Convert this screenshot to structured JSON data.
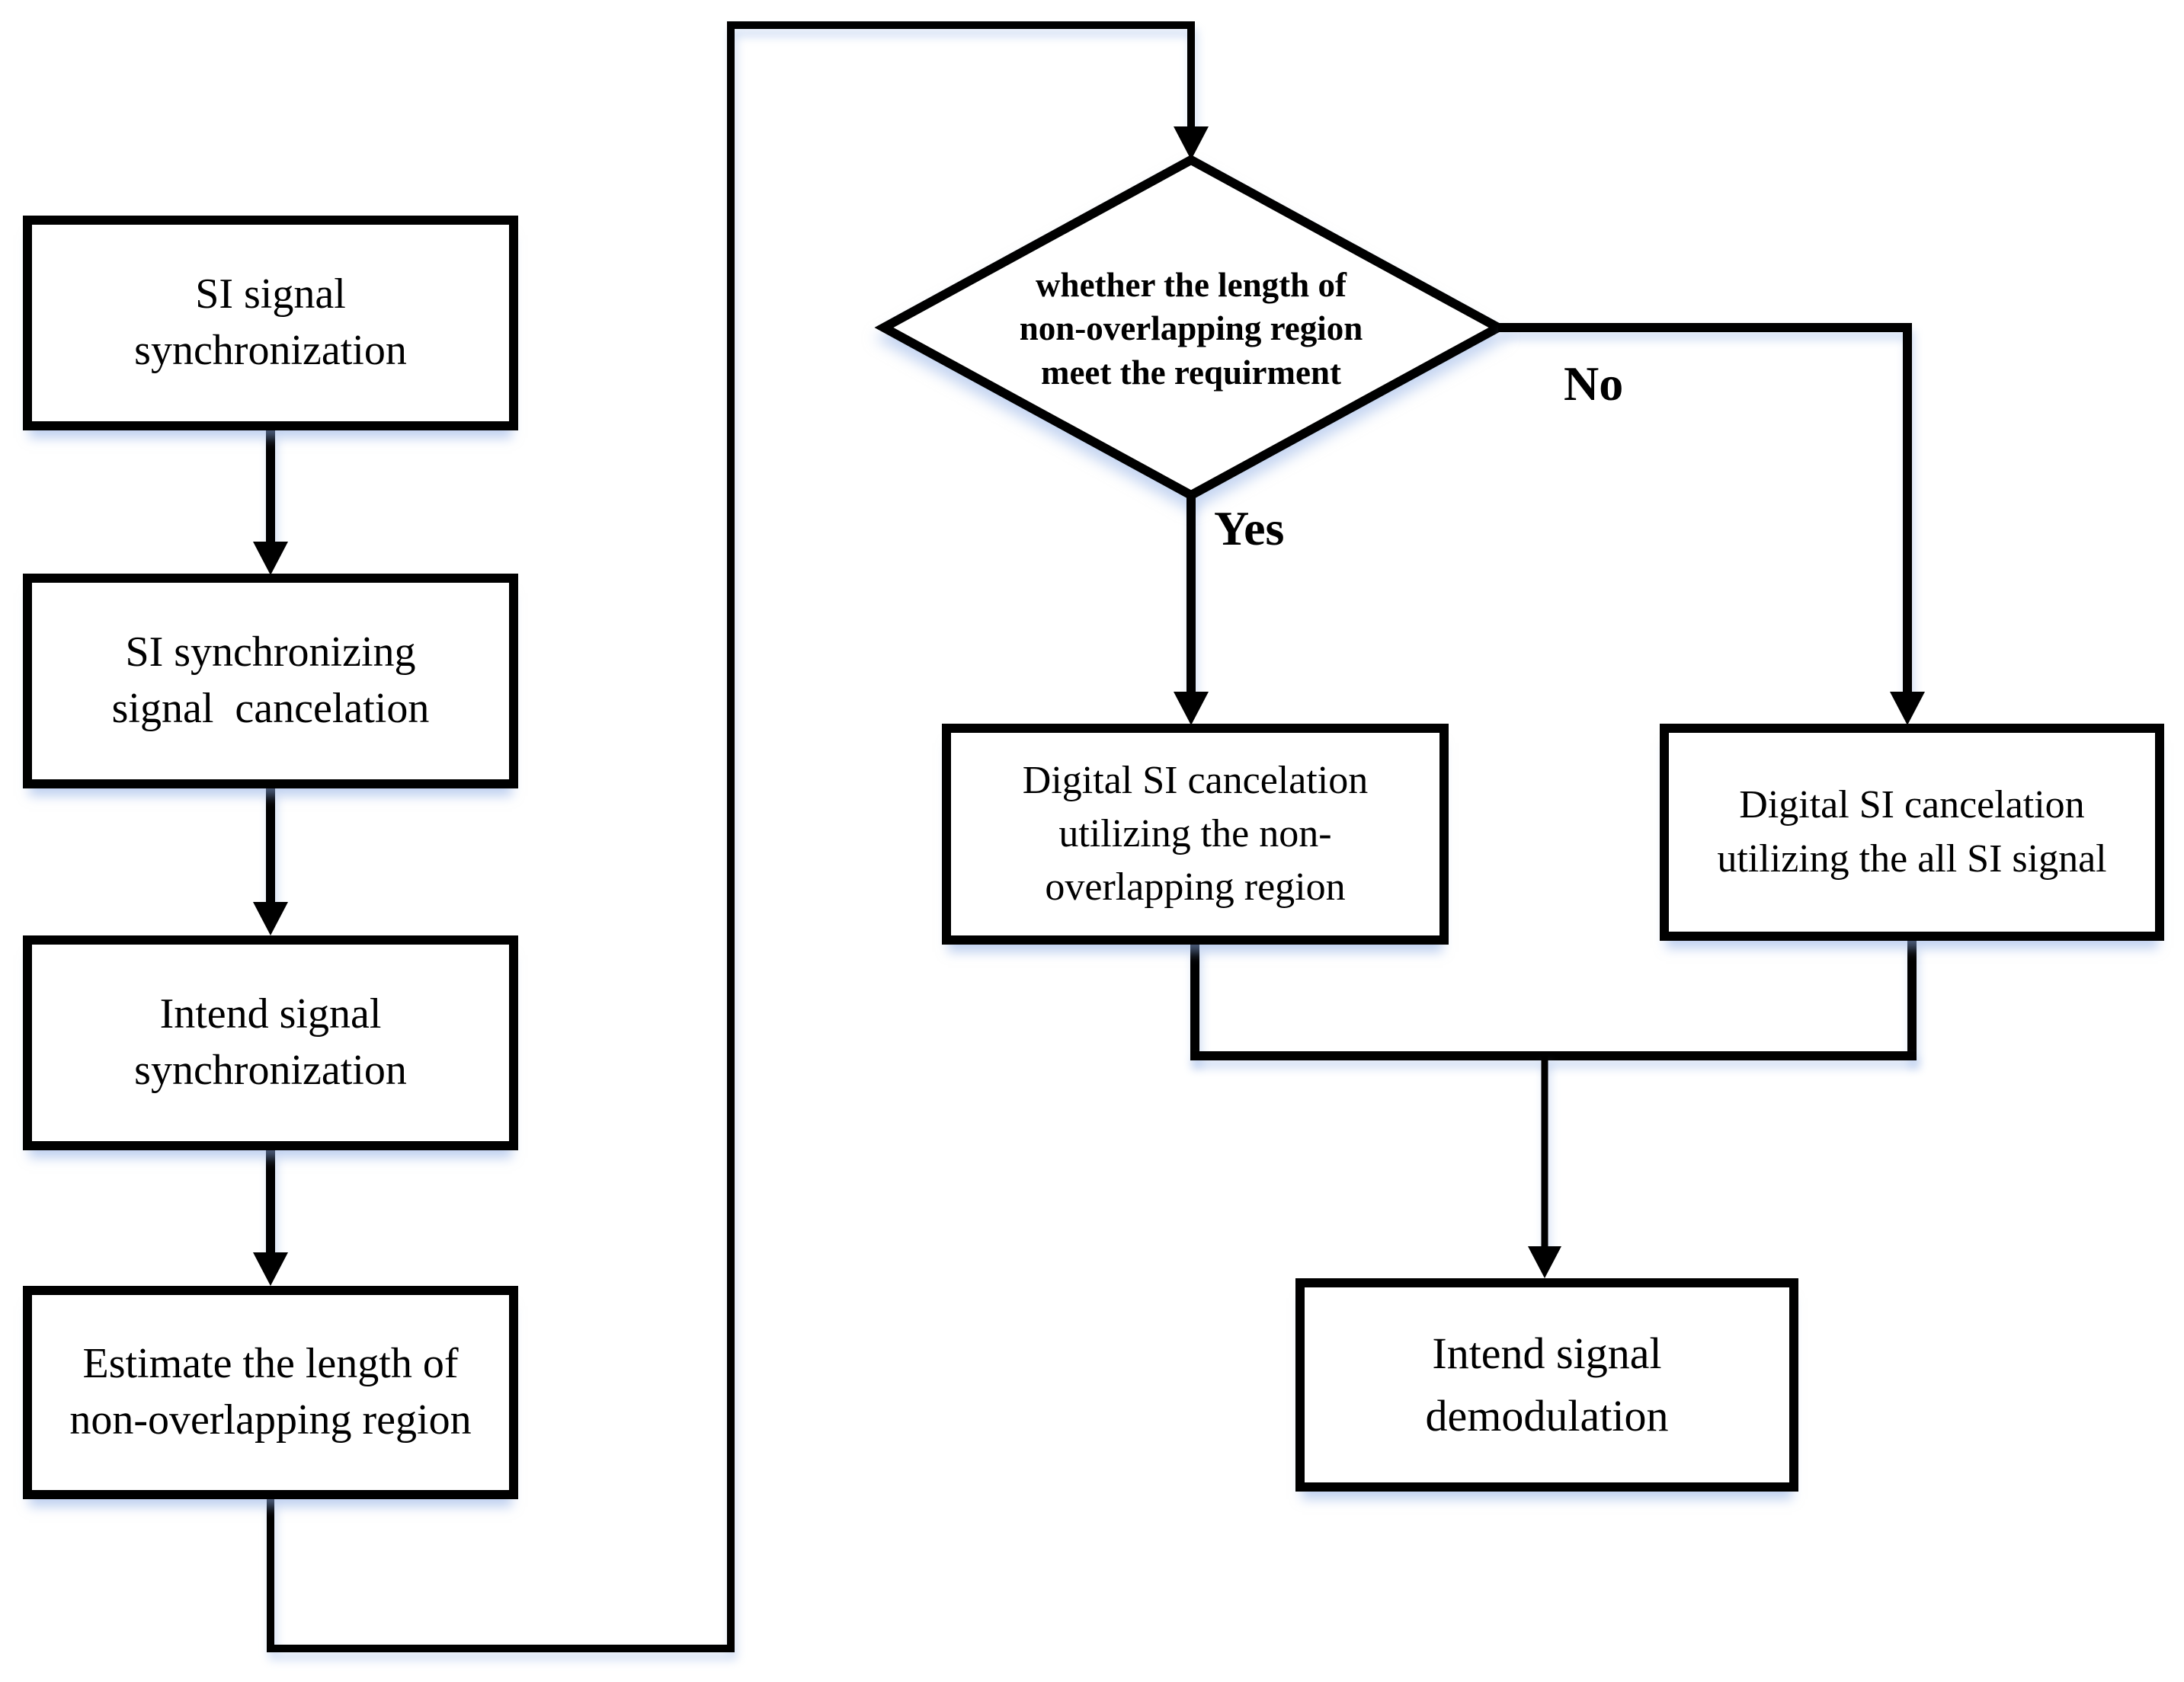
{
  "flowchart": {
    "nodes": {
      "si_signal_sync": {
        "label": "SI signal\nsynchronization"
      },
      "si_sync_cancel": {
        "label": "SI synchronizing\nsignal  cancelation"
      },
      "intend_sync": {
        "label": "Intend signal\nsynchronization"
      },
      "estimate_length": {
        "label": "Estimate the length of\nnon-overlapping region"
      },
      "decision": {
        "label": "whether the length of\nnon-overlapping region\nmeet the requirment"
      },
      "digital_cancel_non_overlap": {
        "label": "Digital SI cancelation\nutilizing the non-\noverlapping region"
      },
      "digital_cancel_all": {
        "label": "Digital SI cancelation\nutilizing the all SI signal"
      },
      "intend_demod": {
        "label": "Intend signal\ndemodulation"
      }
    },
    "edges": {
      "yes_label": "Yes",
      "no_label": "No"
    },
    "colors": {
      "line": "#000000",
      "box_fill": "#ffffff",
      "text": "#000000",
      "shadow": "rgba(140,172,228,0.5)"
    }
  }
}
